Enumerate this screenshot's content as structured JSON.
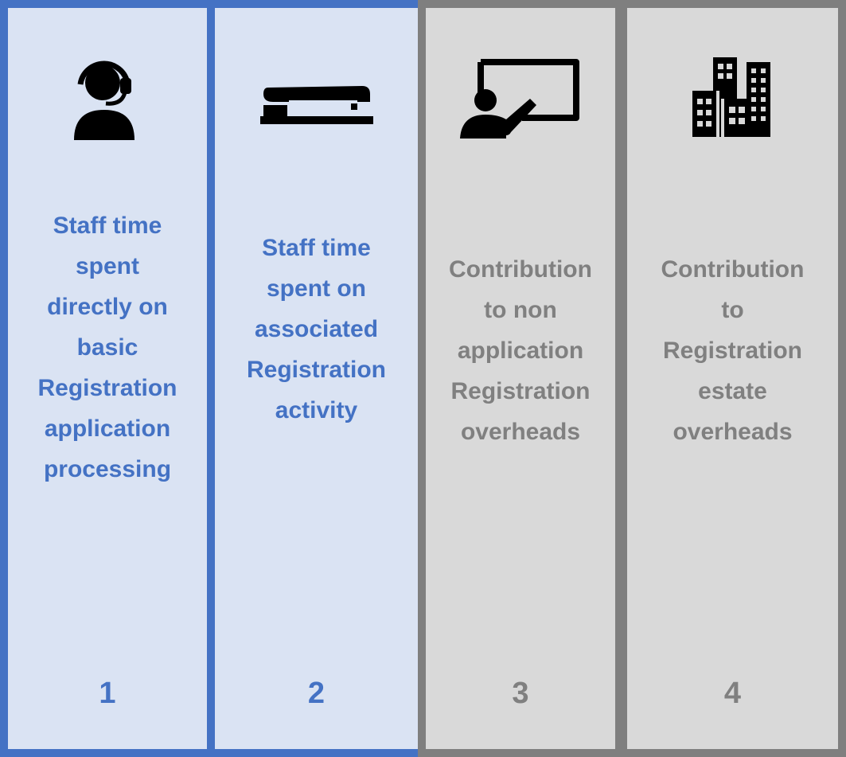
{
  "panels": [
    {
      "label": "Staff time\nspent\ndirectly on\nbasic\nRegistration\napplication\nprocessing",
      "number": "1",
      "icon": "call-center-agent-icon",
      "color": "#4472c4"
    },
    {
      "label": "Staff time\nspent on\nassociated\nRegistration\nactivity",
      "number": "2",
      "icon": "stapler-icon",
      "color": "#4472c4"
    },
    {
      "label": "Contribution\nto non\napplication\nRegistration\noverheads",
      "number": "3",
      "icon": "presenter-board-icon",
      "color": "#808080"
    },
    {
      "label": "Contribution\nto\nRegistration\nestate\noverheads",
      "number": "4",
      "icon": "office-buildings-icon",
      "color": "#808080"
    }
  ]
}
